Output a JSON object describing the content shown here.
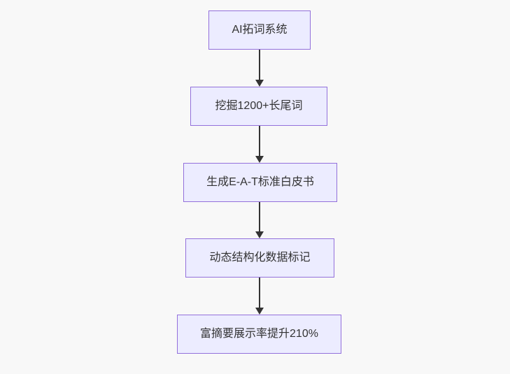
{
  "diagram": {
    "type": "flowchart",
    "direction": "top-down",
    "nodes": [
      {
        "id": "n1",
        "label": "AI拓词系统"
      },
      {
        "id": "n2",
        "label": "挖掘1200+长尾词"
      },
      {
        "id": "n3",
        "label": "生成E-A-T标准白皮书"
      },
      {
        "id": "n4",
        "label": "动态结构化数据标记"
      },
      {
        "id": "n5",
        "label": "富摘要展示率提升210%"
      }
    ],
    "edges": [
      {
        "from": "n1",
        "to": "n2"
      },
      {
        "from": "n2",
        "to": "n3"
      },
      {
        "from": "n3",
        "to": "n4"
      },
      {
        "from": "n4",
        "to": "n5"
      }
    ]
  },
  "colors": {
    "node_fill": "#ECECFF",
    "node_border": "#9370DB",
    "node_text": "#333333",
    "edge_line": "#333333",
    "background": "#f8f8f8"
  }
}
